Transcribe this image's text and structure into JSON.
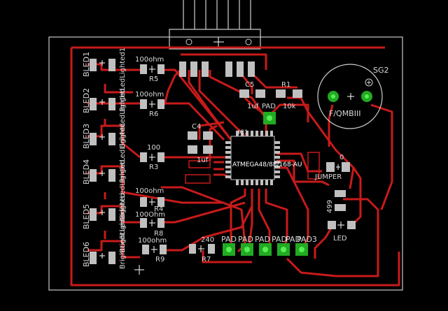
{
  "components": {
    "leds": [
      {
        "name": "BLED1",
        "tag": "BrightLedLighted1"
      },
      {
        "name": "BLED2",
        "tag": "BrightLedLighted"
      },
      {
        "name": "BLED3",
        "tag": "BrightLedLighted"
      },
      {
        "name": "BLED4",
        "tag": "BrightLedLighted"
      },
      {
        "name": "BLED5",
        "tag": "BrightLedLighted"
      },
      {
        "name": "BLED6",
        "tag": "BrightLedLighted"
      }
    ],
    "resistors": [
      {
        "ref": "R5",
        "value": "100ohm"
      },
      {
        "ref": "R6",
        "value": "100ohm"
      },
      {
        "ref": "R3",
        "value": "100"
      },
      {
        "ref": "R4",
        "value": "100ohm"
      },
      {
        "ref": "R8",
        "value": "100Ohm"
      },
      {
        "ref": "R9",
        "value": "100ohm"
      },
      {
        "ref": "R7",
        "value": "240"
      }
    ],
    "c5": {
      "ref": "C5",
      "value": "1uf"
    },
    "r1": {
      "ref": "R1",
      "value": "10k"
    },
    "pad": "PAD",
    "c4": {
      "ref": "C4",
      "value": "1uf"
    },
    "chip": {
      "ref": "IC1",
      "value": "ATMEGA48/88/168-AU"
    },
    "jumper": {
      "ref": "JUMPER",
      "value": "0"
    },
    "r499": "499",
    "led": "LED",
    "sg2": {
      "ref": "SG2",
      "value": "F/QMBIII"
    },
    "pads": [
      "PAD",
      "PAD",
      "PAD",
      "PAD",
      "PAD",
      "PAD3"
    ]
  },
  "colors": {
    "background": "#000000",
    "trace": "#c81a1a",
    "pad": "#c0c0c0",
    "via": "#22aa22",
    "outline": "#d0d0d0"
  }
}
